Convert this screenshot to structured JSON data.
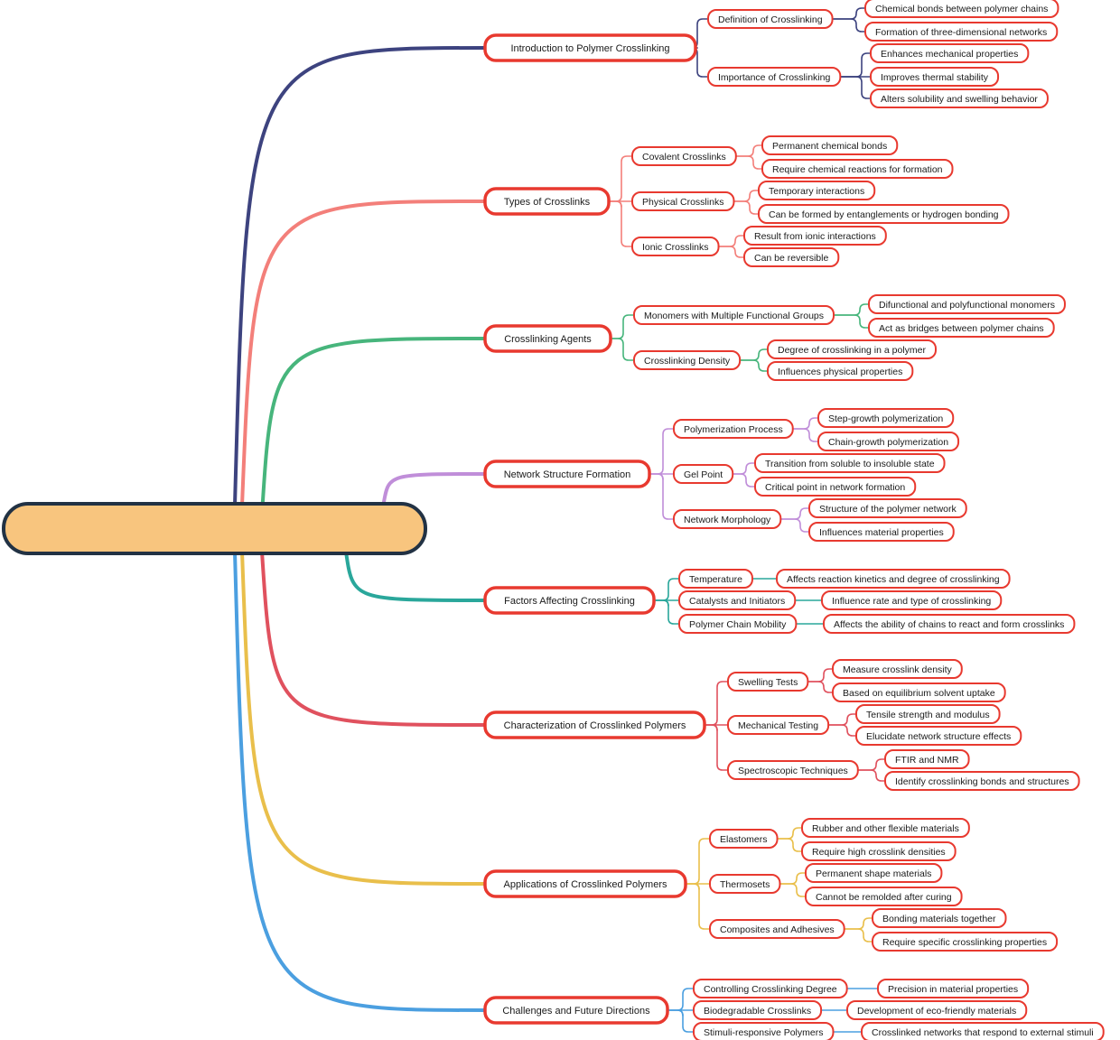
{
  "root": {
    "label": ""
  },
  "colors": {
    "node_border": "#e8392f",
    "node_fill": "#ffffff",
    "root_fill": "#f8c57e",
    "root_border": "#223244",
    "branch_colors": [
      "#3d437f",
      "#f37f7a",
      "#47b57c",
      "#c08ed9",
      "#2aa79b",
      "#e0515e",
      "#e9bf4b",
      "#4b9fe0"
    ]
  },
  "branches": [
    {
      "label": "Introduction to Polymer Crosslinking",
      "children": [
        {
          "label": "Definition of Crosslinking",
          "children": [
            {
              "label": "Chemical bonds between polymer chains"
            },
            {
              "label": "Formation of three-dimensional networks"
            }
          ]
        },
        {
          "label": "Importance of Crosslinking",
          "children": [
            {
              "label": "Enhances mechanical properties"
            },
            {
              "label": "Improves thermal stability"
            },
            {
              "label": "Alters solubility and swelling behavior"
            }
          ]
        }
      ]
    },
    {
      "label": "Types of Crosslinks",
      "children": [
        {
          "label": "Covalent Crosslinks",
          "children": [
            {
              "label": "Permanent chemical bonds"
            },
            {
              "label": "Require chemical reactions for formation"
            }
          ]
        },
        {
          "label": "Physical Crosslinks",
          "children": [
            {
              "label": "Temporary interactions"
            },
            {
              "label": "Can be formed by entanglements or hydrogen bonding"
            }
          ]
        },
        {
          "label": "Ionic Crosslinks",
          "children": [
            {
              "label": "Result from ionic interactions"
            },
            {
              "label": "Can be reversible"
            }
          ]
        }
      ]
    },
    {
      "label": "Crosslinking Agents",
      "children": [
        {
          "label": "Monomers with Multiple Functional Groups",
          "children": [
            {
              "label": "Difunctional and polyfunctional monomers"
            },
            {
              "label": "Act as bridges between polymer chains"
            }
          ]
        },
        {
          "label": "Crosslinking Density",
          "children": [
            {
              "label": "Degree of crosslinking in a polymer"
            },
            {
              "label": "Influences physical properties"
            }
          ]
        }
      ]
    },
    {
      "label": "Network Structure Formation",
      "children": [
        {
          "label": "Polymerization Process",
          "children": [
            {
              "label": "Step-growth polymerization"
            },
            {
              "label": "Chain-growth polymerization"
            }
          ]
        },
        {
          "label": "Gel Point",
          "children": [
            {
              "label": "Transition from soluble to insoluble state"
            },
            {
              "label": "Critical point in network formation"
            }
          ]
        },
        {
          "label": "Network Morphology",
          "children": [
            {
              "label": "Structure of the polymer network"
            },
            {
              "label": "Influences material properties"
            }
          ]
        }
      ]
    },
    {
      "label": "Factors Affecting Crosslinking",
      "children": [
        {
          "label": "Temperature",
          "children": [
            {
              "label": "Affects reaction kinetics and degree of crosslinking"
            }
          ]
        },
        {
          "label": "Catalysts and Initiators",
          "children": [
            {
              "label": "Influence rate and type of crosslinking"
            }
          ]
        },
        {
          "label": "Polymer Chain Mobility",
          "children": [
            {
              "label": "Affects the ability of chains to react and form crosslinks"
            }
          ]
        }
      ]
    },
    {
      "label": "Characterization of Crosslinked Polymers",
      "children": [
        {
          "label": "Swelling Tests",
          "children": [
            {
              "label": "Measure crosslink density"
            },
            {
              "label": "Based on equilibrium solvent uptake"
            }
          ]
        },
        {
          "label": "Mechanical Testing",
          "children": [
            {
              "label": "Tensile strength and modulus"
            },
            {
              "label": "Elucidate network structure effects"
            }
          ]
        },
        {
          "label": "Spectroscopic Techniques",
          "children": [
            {
              "label": "FTIR and NMR"
            },
            {
              "label": "Identify crosslinking bonds and structures"
            }
          ]
        }
      ]
    },
    {
      "label": "Applications of Crosslinked Polymers",
      "children": [
        {
          "label": "Elastomers",
          "children": [
            {
              "label": "Rubber and other flexible materials"
            },
            {
              "label": "Require high crosslink densities"
            }
          ]
        },
        {
          "label": "Thermosets",
          "children": [
            {
              "label": "Permanent shape materials"
            },
            {
              "label": "Cannot be remolded after curing"
            }
          ]
        },
        {
          "label": "Composites and Adhesives",
          "children": [
            {
              "label": "Bonding materials together"
            },
            {
              "label": "Require specific crosslinking properties"
            }
          ]
        }
      ]
    },
    {
      "label": "Challenges and Future Directions",
      "children": [
        {
          "label": "Controlling Crosslinking Degree",
          "children": [
            {
              "label": "Precision in material properties"
            }
          ]
        },
        {
          "label": "Biodegradable Crosslinks",
          "children": [
            {
              "label": "Development of eco-friendly materials"
            }
          ]
        },
        {
          "label": "Stimuli-responsive Polymers",
          "children": [
            {
              "label": "Crosslinked networks that respond to external stimuli"
            }
          ]
        }
      ]
    }
  ]
}
